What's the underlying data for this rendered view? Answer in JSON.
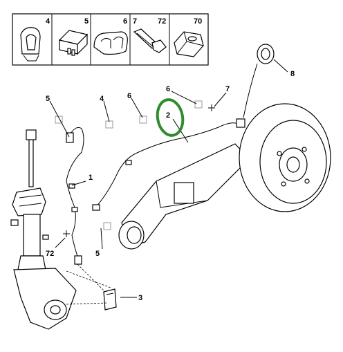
{
  "legend": {
    "boxes": [
      {
        "number": "4",
        "icon": "clip-icon"
      },
      {
        "number": "5",
        "icon": "connector-bracket-icon"
      },
      {
        "number": "6",
        "icon": "double-clip-icon"
      },
      {
        "number": "7",
        "number2": "72",
        "icon": "bolt-icon"
      },
      {
        "number": "70",
        "icon": "grommet-block-icon"
      }
    ]
  },
  "callouts": {
    "c1": "1",
    "c2": "2",
    "c3": "3",
    "c4": "4",
    "c5a": "5",
    "c5b": "5",
    "c6a": "6",
    "c6b": "6",
    "c7": "7",
    "c8": "8",
    "c72": "72"
  },
  "highlight": {
    "color": "#2e8b2e",
    "target": "2"
  },
  "colors": {
    "stroke": "#000000",
    "placeholder": "#999999"
  }
}
